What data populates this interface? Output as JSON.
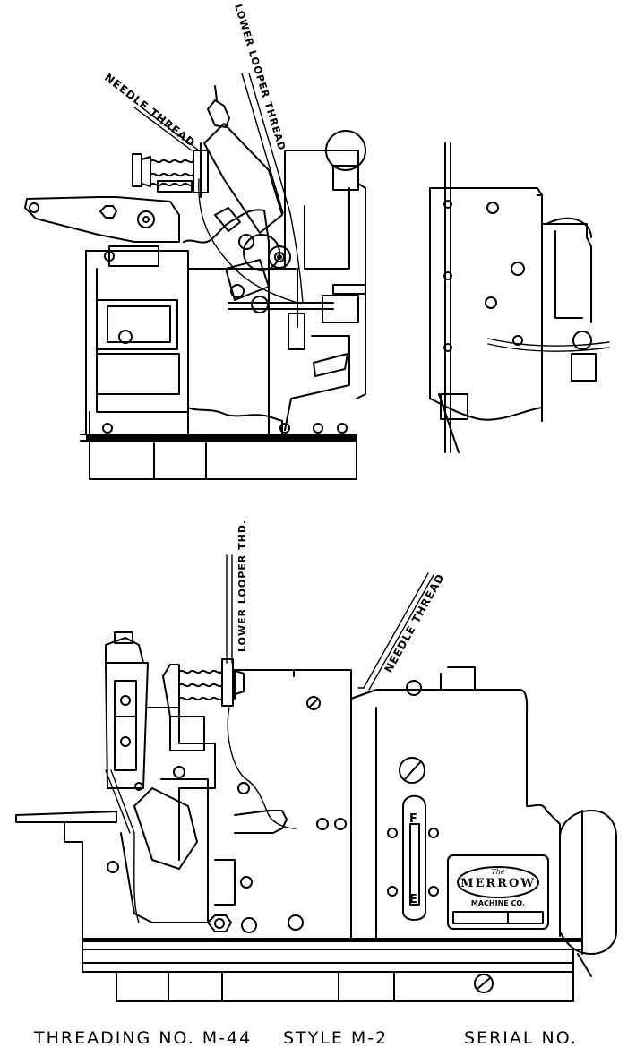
{
  "diagram_labels": {
    "top_needle_thread": "NEEDLE THREAD",
    "top_lower_looper_thread": "LOWER LOOPER THREAD",
    "bottom_lower_looper_thd": "LOWER LOOPER THD.",
    "bottom_needle_thread": "NEEDLE THREAD"
  },
  "nameplate": {
    "prefix": "The",
    "brand": "MERROW",
    "company": "MACHINE CO."
  },
  "gauge": {
    "top_letter": "F",
    "bottom_letter": "E"
  },
  "caption": {
    "threading": "THREADING NO. M-44",
    "style": "STYLE M-2",
    "serial": "SERIAL NO."
  }
}
